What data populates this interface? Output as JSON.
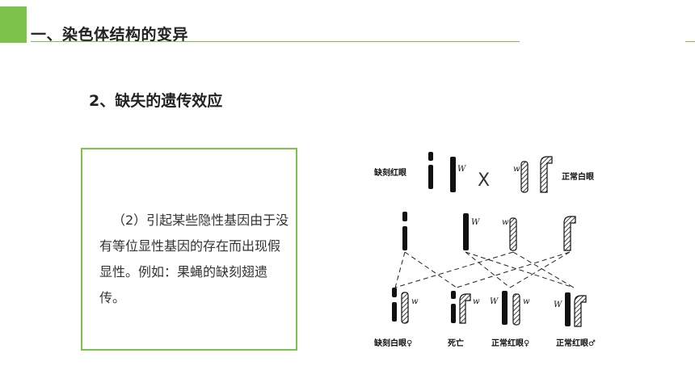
{
  "header": {
    "title": "一、染色体结构的变异"
  },
  "section": {
    "title": "2、缺失的遗传效应"
  },
  "content": {
    "paragraph": "（2）引起某些隐性基因由于没有等位显性基因的存在而出现假显性。例如：果蝇的缺刻翅遗传。"
  },
  "diagram": {
    "parent_left": "缺刻红眼",
    "parent_right": "正常白眼",
    "cross_symbol": "X",
    "gene_dominant": "W",
    "gene_recessive": "w",
    "offspring": [
      "缺刻白眼♀",
      "死亡",
      "正常红眼♀",
      "正常红眼♂"
    ]
  },
  "colors": {
    "accent": "#7dc24a"
  }
}
